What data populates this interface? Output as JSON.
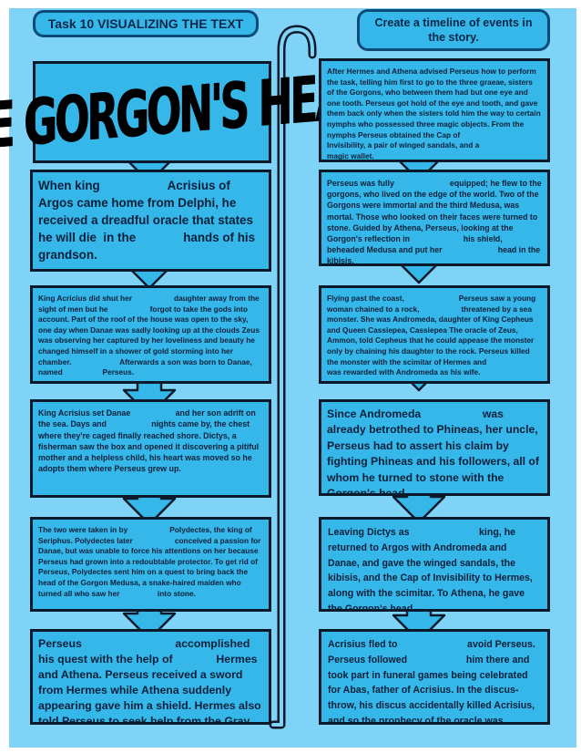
{
  "header": {
    "task_label": "Task 10 VISUALIZING THE TEXT",
    "instruction": "Create a timeline of events in the story."
  },
  "title": "THE GORGON'S HEAD",
  "left_boxes": [
    {
      "text": "When king                    Acrisius of Argos came home from Delphi, he received a dreadful oracle that states he will die  in the              hands of his grandson."
    },
    {
      "text": "King Acricius did shut her                    daughter away from the sight of men but he                    forgot to take the gods into account. Part of the roof of the house was open to the sky, one day when Danae was sadly looking up at the clouds Zeus was observing her captured by her loveliness and beauty he changed himself in a shower of gold storming into her chamber.                       Afterwards a son was born to Danae, named                   Perseus."
    },
    {
      "text": "King Acrisius set Danae                    and her son adrift on the sea. Days and                    nights came by, the chest where they're caged finally reached shore. Dictys, a fisherman saw the box and opened it discovering a pitiful mother and a helpless child, his heart was moved so he adopts them where Perseus grew up."
    },
    {
      "text": "The two were taken in by                    Polydectes, the king of Seriphus. Polydectes later                    conceived a passion for Danae, but was unable to force his attentions on her because Perseus had grown into a redoubtable protector. To get rid of Perseus, Polydectes sent him on a quest to bring back the head of the Gorgon Medusa, a snake-haired maiden who turned all who saw her                  into stone."
    },
    {
      "text": "Perseus                              accomplished his quest with the help of              Hermes and Athena. Perseus received a sword from Hermes while Athena suddenly appearing gave him a shield. Hermes also told Perseus to seek help from the Gray women."
    }
  ],
  "right_boxes": [
    {
      "text": "After Hermes and Athena advised Perseus how to perform the task, telling him first to go to the three graeae, sisters of the Gorgons, who between them had but one eye and one tooth. Perseus got hold of the eye and tooth, and gave them back only when the sisters told him the way to certain nymphs who possessed three magic objects. From the nymphs Perseus obtained the Cap of                          Invisibility, a pair of winged sandals, and a                    magic wallet."
    },
    {
      "text": "Perseus was fully                         equipped; he flew to the gorgons, who lived on the edge of the world. Two of the Gorgons were immortal and the third Medusa, was mortal. Those who looked on their faces were turned to stone. Guided by Athena, Perseus, looking at the Gorgon's reflection in                        his shield, beheaded Medusa and put her                         head in the kibisis."
    },
    {
      "text": "Flying past the coast,                          Perseus saw a young woman chained to a rock,                    threatened by a sea monster. She was Andromeda, daughter of King Cepheus and Queen Cassiepea, Cassiepea The oracle of Zeus, Ammon, told Cepheus that he could appease the monster only by chaining his daughter to the rock. Perseus killed the monster with the scimitar of Hermes and                    was rewarded with Andromeda as his wife."
    },
    {
      "text": "Since Andromeda                    was already betrothed to Phineas, her uncle, Perseus had to assert his claim by fighting Phineas and his followers, all of whom he turned to stone with the                     Gorgon's head."
    },
    {
      "text": "Leaving Dictys as                          king, he returned to Argos with Andromeda and Danae, and gave the winged sandals, the kibisis, and the Cap of Invisibility to Hermes, along with the scimitar. To Athena, he gave the Gorgon's head."
    },
    {
      "text": "Acrisius fled to                          avoid Perseus. Perseus followed                      him there and took part in funeral games being celebrated for Abas, father of Acrisius. In the discus-throw, his discus accidentally killed Acrisius, and so the prophecy of the oracle was fulfilled."
    }
  ],
  "colors": {
    "background": "#7fd3f6",
    "box_fill": "#36b7ea",
    "border": "#0a1a2a",
    "text": "#08203a"
  }
}
